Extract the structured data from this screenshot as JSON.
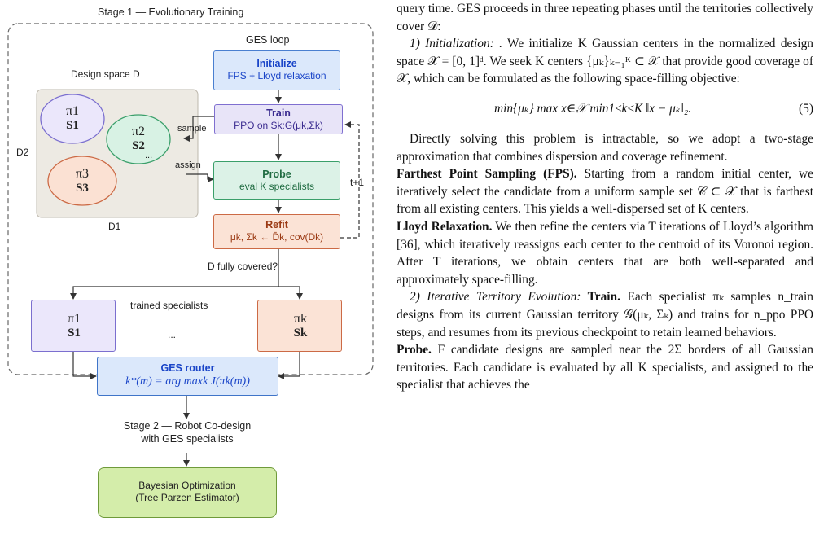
{
  "figure": {
    "stage1_title": "Stage 1 — Evolutionary Training",
    "ges_loop_label": "GES loop",
    "design_space_label": "Design space D",
    "d2_label": "D2",
    "d1_label": "D1",
    "sample_label": "sample",
    "assign_label": "assign",
    "t_plus_1_label": "t+1",
    "fully_covered_label": "D fully covered?",
    "trained_specialists_label": "trained specialists",
    "ellipsis": "...",
    "ellipses": [
      {
        "pi": "π1",
        "s": "S1"
      },
      {
        "pi": "π2",
        "s": "S2"
      },
      {
        "pi": "π3",
        "s": "S3"
      }
    ],
    "initialize": {
      "title": "Initialize",
      "sub": "FPS + Lloyd relaxation"
    },
    "train": {
      "title": "Train",
      "sub": "PPO on Sk:G(μk,Σk)"
    },
    "probe": {
      "title": "Probe",
      "sub": "eval K specialists"
    },
    "refit": {
      "title": "Refit",
      "sub": "μk, Σk ← D̄k, cov(Dk)"
    },
    "specialist_left": {
      "pi": "π1",
      "s": "S1"
    },
    "specialist_right": {
      "pi": "πk",
      "s": "Sk"
    },
    "router": {
      "title": "GES router",
      "formula": "k*(m) = arg maxk J(πk(m))"
    },
    "stage2_title_line1": "Stage 2 — Robot Co-design",
    "stage2_title_line2": "with GES specialists",
    "bo_line1": "Bayesian Optimization",
    "bo_line2": "(Tree Parzen Estimator)",
    "colors": {
      "initialize_fill": "#dbe8fb",
      "initialize_border": "#4a7fd0",
      "initialize_title": "#1a45c8",
      "train_fill": "#e8e4f8",
      "train_border": "#7f6fd0",
      "train_title": "#3a2b8f",
      "probe_fill": "#dcf2e7",
      "probe_border": "#3a9f6a",
      "probe_title": "#1f6b41",
      "refit_fill": "#fbe3d6",
      "refit_border": "#cc6a45",
      "refit_title": "#9b3a14",
      "router_fill": "#dbe8fb",
      "router_border": "#3f74c8",
      "bo_fill": "#d4edaa",
      "bo_border": "#6f9a3a",
      "design_space_fill": "#edeae3"
    }
  },
  "text": {
    "p0": "query time. GES proceeds in three repeating phases until the territories collectively cover 𝒟:",
    "p1_head": "1) Initialization: .",
    "p1_body": " We initialize K Gaussian centers in the normalized design space 𝒳 = [0, 1]ᵈ. We seek K centers {μₖ}ₖ₌₁ᴷ ⊂ 𝒳 that provide good coverage of 𝒳, which can be formulated as the following space-filling objective:",
    "eq": "min{μₖ}  max x∈𝒳  min1≤k≤K ‖x − μₖ‖₂.",
    "eq_num": "(5)",
    "p2": "Directly solving this problem is intractable, so we adopt a two-stage approximation that combines dispersion and coverage refinement.",
    "p3_head": "Farthest Point Sampling (FPS).",
    "p3_body": " Starting from a random initial center, we iteratively select the candidate from a uniform sample set 𝒞 ⊂ 𝒳 that is farthest from all existing centers. This yields a well-dispersed set of K centers.",
    "p4_head": "Lloyd Relaxation.",
    "p4_body": " We then refine the centers via T iterations of Lloyd’s algorithm [36], which iteratively reassigns each center to the centroid of its Voronoi region. After T iterations, we obtain centers that are both well-separated and approximately space-filling.",
    "p5_head": "2) Iterative Territory Evolution:",
    "p5_bold": " Train.",
    "p5_body": " Each specialist πₖ samples n_train designs from its current Gaussian territory 𝒢(μₖ, Σₖ) and trains for n_ppo PPO steps, and resumes from its previous checkpoint to retain learned behaviors.",
    "p6_head": "Probe.",
    "p6_body": " F candidate designs are sampled near the 2Σ borders of all Gaussian territories. Each candidate is evaluated by all K specialists, and assigned to the specialist that achieves the"
  }
}
